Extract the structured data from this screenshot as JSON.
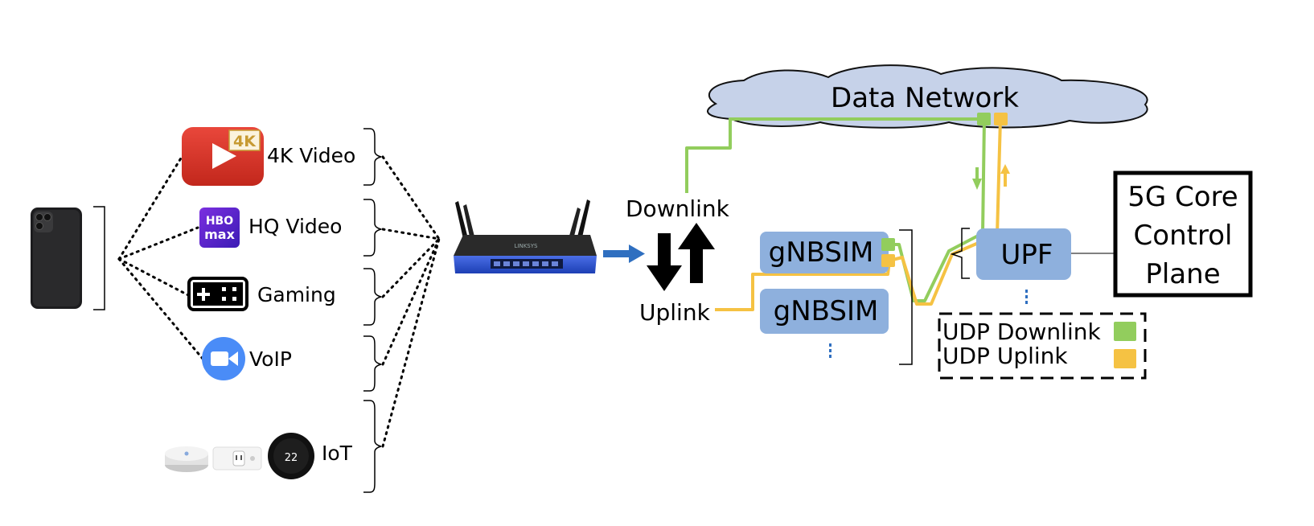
{
  "apps": {
    "video4k": {
      "label": "4K Video",
      "badge": "4K"
    },
    "hqvideo": {
      "label": "HQ Video",
      "logo_line1": "HBO",
      "logo_line2": "max"
    },
    "gaming": {
      "label": "Gaming"
    },
    "voip": {
      "label": "VoIP"
    },
    "iot": {
      "label": "IoT",
      "thermostat_reading": "22"
    }
  },
  "router": {
    "brand": "LINKSYS"
  },
  "direction": {
    "downlink": "Downlink",
    "uplink": "Uplink"
  },
  "network": {
    "data_network": "Data Network",
    "gnbsim_1": "gNBSIM",
    "gnbsim_2": "gNBSIM",
    "upf": "UPF",
    "core_line1": "5G Core",
    "core_line2": "Control",
    "core_line3": "Plane"
  },
  "legend": {
    "downlink": "UDP Downlink",
    "uplink": "UDP Uplink"
  },
  "colors": {
    "downlink": "#92cd5d",
    "uplink": "#f5c243",
    "node_fill": "#8eb0dd",
    "cloud_fill": "#c6d2e9",
    "arrow_blue": "#2f6fc0",
    "ellipsis_blue": "#2f6fc0"
  }
}
